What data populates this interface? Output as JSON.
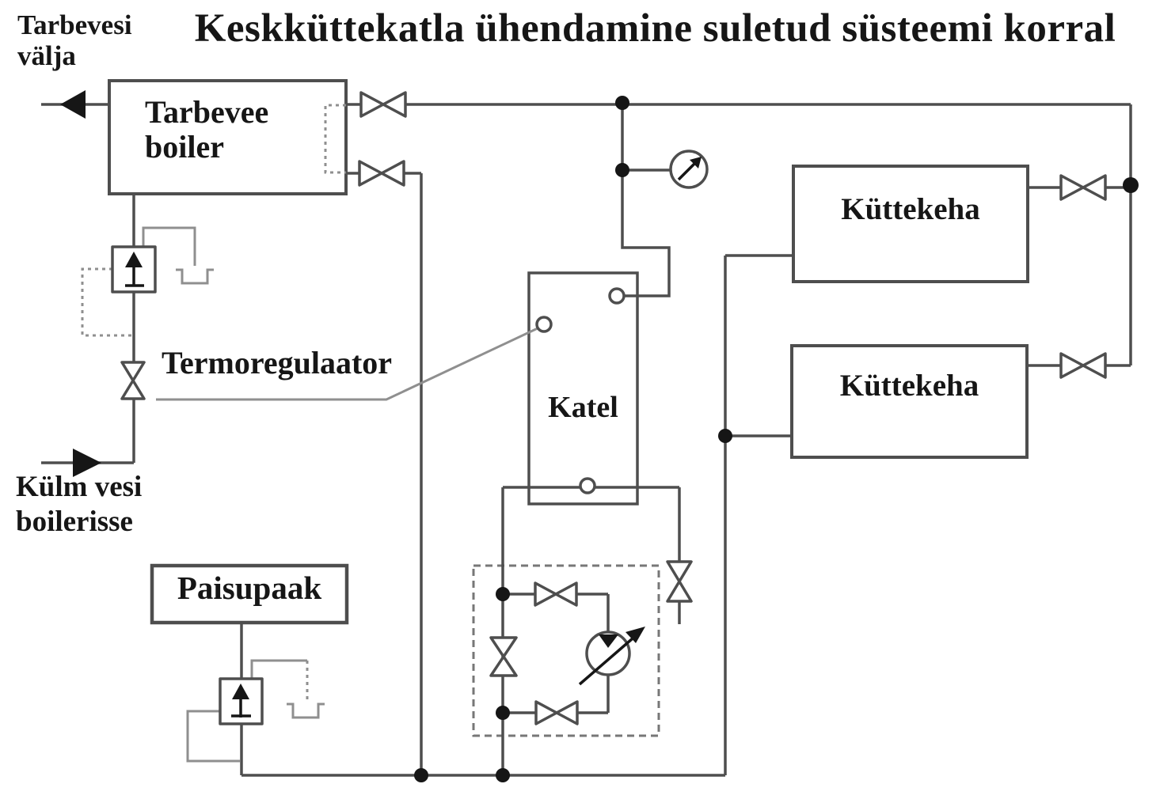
{
  "title": "Keskküttekatla ühendamine suletud süsteemi korral",
  "labels": {
    "hot_water_out": "Tarbevesi\nvälja",
    "dhw_boiler": "Tarbevee\nboiler",
    "thermoregulator": "Termoregulaator",
    "kettle": "Katel",
    "radiator_1": "Küttekeha",
    "radiator_2": "Küttekeha",
    "cold_water_in": "Külm vesi\nboilerisse",
    "expansion_tank": "Paisupaak"
  },
  "icons": {
    "gate_valve": "bowtie-triangles",
    "safety_valve": "square-with-up-arrow",
    "pump": "circle-with-diagonal-arrow",
    "gauge": "circle-with-ne-arrow",
    "funnel": "open-tundish",
    "flow_arrow": "filled-triangle",
    "junction": "filled-dot",
    "port": "open-dot"
  },
  "colors": {
    "line": "#4e4e4e",
    "line_light": "#8f8f8f",
    "ink": "#161616",
    "paper": "#ffffff",
    "background": "#fdfdfd"
  }
}
